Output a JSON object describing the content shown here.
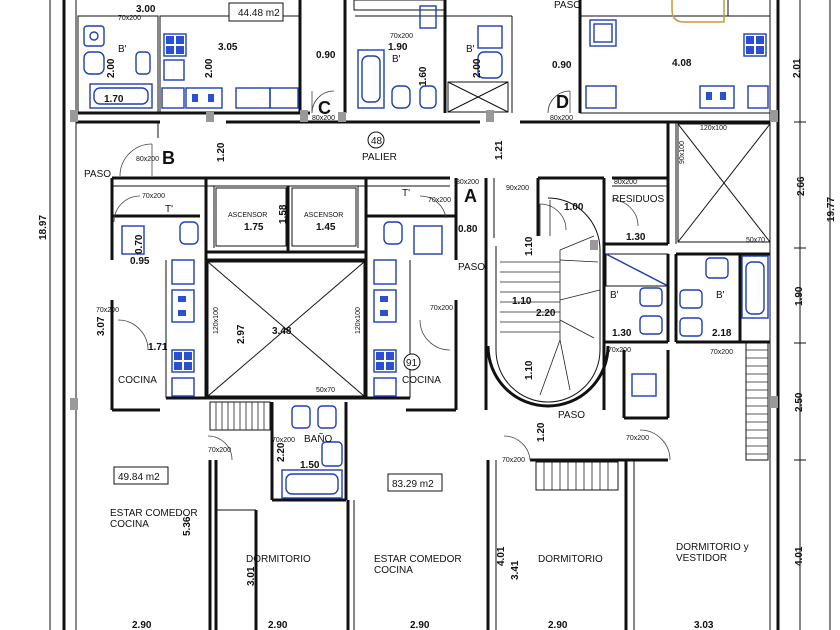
{
  "units": {
    "top_left_area": "44.48 m2",
    "left_area": "49.84 m2",
    "center_area": "83.29 m2",
    "unit_numbers": {
      "palier": "48",
      "cocina_right": "91"
    }
  },
  "letters": {
    "a": "A",
    "b": "B",
    "c": "C",
    "d": "D"
  },
  "rooms": {
    "paso_top": "PASO",
    "paso_left": "PASO",
    "paso_stair": "PASO",
    "paso_bottom": "PASO",
    "palier": "PALIER",
    "ascensor1": "ASCENSOR",
    "ascensor2": "ASCENSOR",
    "residuos": "RESIDUOS",
    "cocina_left": "COCINA",
    "cocina_right": "COCINA",
    "bano": "BAÑO",
    "estar_left": "ESTAR  COMEDOR\nCOCINA",
    "estar_center": "ESTAR  COMEDOR\nCOCINA",
    "dormitorio1": "DORMITORIO",
    "dormitorio2": "DORMITORIO",
    "dormitorio_vestidor": "DORMITORIO  y\nVESTIDOR",
    "t1": "T'",
    "t2": "T'",
    "b1": "B'",
    "b2": "B'",
    "b3": "B'",
    "b4": "B'",
    "b5": "B'"
  },
  "dimensions": {
    "d300": "3.00",
    "d305": "3.05",
    "d200a": "2.00",
    "d200b": "2.00",
    "d170": "1.70",
    "d090a": "0.90",
    "d190": "1.90",
    "d160": "1.60",
    "d200c": "2.00",
    "d090b": "0.90",
    "d408": "4.08",
    "d201": "2.01",
    "d120a": "1.20",
    "d121": "1.21",
    "d266": "2.66",
    "d1977": "19.77",
    "d1897": "18.97",
    "d175": "1.75",
    "d158": "1.58",
    "d145": "1.45",
    "d070": "0.70",
    "d095": "0.95",
    "d080": "0.80",
    "d100": "1.00",
    "d130a": "1.30",
    "d110a": "1.10",
    "d110b": "1.10",
    "d220": "2.20",
    "d110c": "1.10",
    "d130b": "1.30",
    "d218": "2.18",
    "d190b": "1.90",
    "d307": "3.07",
    "d171": "1.71",
    "d348": "3.48",
    "d297": "2.97",
    "d250": "2.50",
    "d220b": "2.20",
    "d150": "1.50",
    "d120b": "1.20",
    "d536": "5.36",
    "d301": "3.01",
    "d401a": "4.01",
    "d341": "3.41",
    "d401b": "4.01",
    "d290a": "2.90",
    "d290b": "2.90",
    "d290c": "2.90",
    "d290d": "2.90",
    "d303": "3.03"
  },
  "openings": {
    "o70x200a": "70x200",
    "o80x200a": "80x200",
    "o70x200b": "70x200",
    "o80x200b": "80x200",
    "o80x200c": "80x200",
    "o70x200c": "70x200",
    "o80x200d": "80x200",
    "o90x200": "90x200",
    "o80x200e": "80x200",
    "o120x100a": "120x100",
    "o90x100": "90x100",
    "o70x200d": "70x200",
    "o120x100b": "120x100",
    "o120x100c": "120x100",
    "o70x200e": "70x200",
    "o50x70a": "50x70",
    "o50x70b": "50x70",
    "o70x200f": "70x200",
    "o70x200g": "70x200",
    "o70x200h": "70x200",
    "o70x200i": "70x200",
    "o70x200j": "70x200",
    "o70x200k": "70x200",
    "o70x200l": "70x200"
  },
  "colors": {
    "fixtures": "#1d3fb5",
    "walls": "#111111"
  }
}
